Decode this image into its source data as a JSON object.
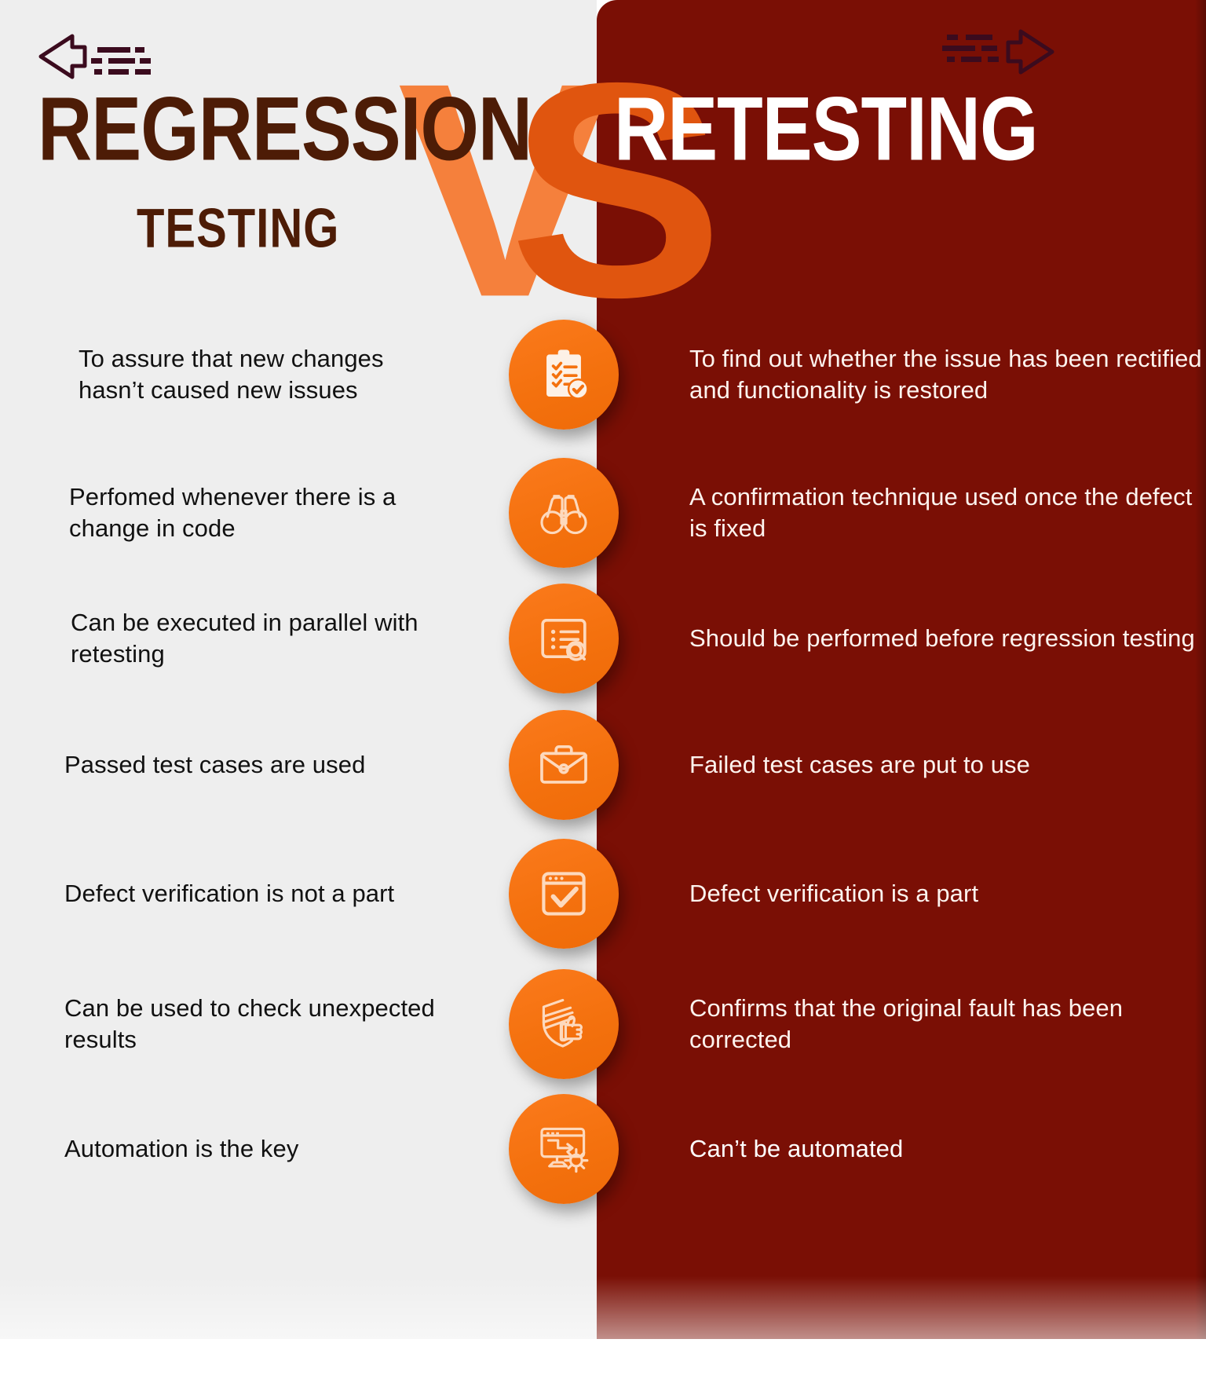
{
  "header": {
    "vs_mark_v": "V",
    "vs_mark_s": "S",
    "left_title_main": "REGRESSION",
    "left_title_sub": "TESTING",
    "right_title_main": "RETESTING",
    "left_arrow_icon": "arrow-left-icon",
    "right_arrow_icon": "arrow-right-icon"
  },
  "colors": {
    "left_panel_bg": "#eeeeee",
    "right_panel_bg": "#7a0f05",
    "icon_orange": "#f4710e",
    "vs_light_orange": "#f5803c",
    "vs_dark_orange": "#e0550f",
    "left_title_color": "#4d1c06",
    "right_title_color": "#ffffff",
    "left_text_color": "#111111",
    "right_text_color": "#fdf3ee"
  },
  "rows": [
    {
      "icon": "clipboard-checklist-icon",
      "left": "To  assure that new changes hasn’t caused new issues",
      "right": "To find out whether the issue has been rectified and functionality is restored"
    },
    {
      "icon": "binoculars-icon",
      "left": "Perfomed whenever there is a change in code",
      "right": "A confirmation technique used once the defect is fixed"
    },
    {
      "icon": "list-search-icon",
      "left": "Can be executed in parallel with retesting",
      "right": "Should be performed before regression testing"
    },
    {
      "icon": "briefcase-icon",
      "left": "Passed test cases are used",
      "right": "Failed test cases are put to use"
    },
    {
      "icon": "window-check-icon",
      "left": "Defect verification is not a part",
      "right": "Defect verification is a part"
    },
    {
      "icon": "shield-thumbsup-icon",
      "left": "Can be used to check unexpected results",
      "right": "Confirms that the original fault has been corrected"
    },
    {
      "icon": "monitor-gear-automation-icon",
      "left": "Automation is the key",
      "right": "Can’t be automated"
    }
  ]
}
